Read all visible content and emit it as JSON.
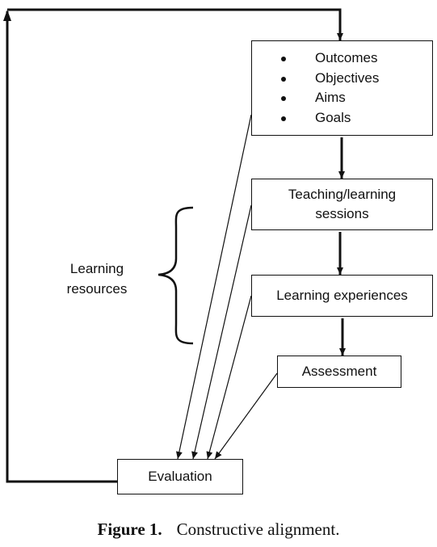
{
  "diagram": {
    "top_box": {
      "items": [
        "Outcomes",
        "Objectives",
        "Aims",
        "Goals"
      ]
    },
    "teaching_box": {
      "label": "Teaching/learning sessions"
    },
    "experiences_box": {
      "label": "Learning experiences"
    },
    "assessment_box": {
      "label": "Assessment"
    },
    "evaluation_box": {
      "label": "Evaluation"
    },
    "resources_label": "Learning resources"
  },
  "caption": {
    "figure_number": "Figure 1.",
    "text": "Constructive alignment."
  }
}
